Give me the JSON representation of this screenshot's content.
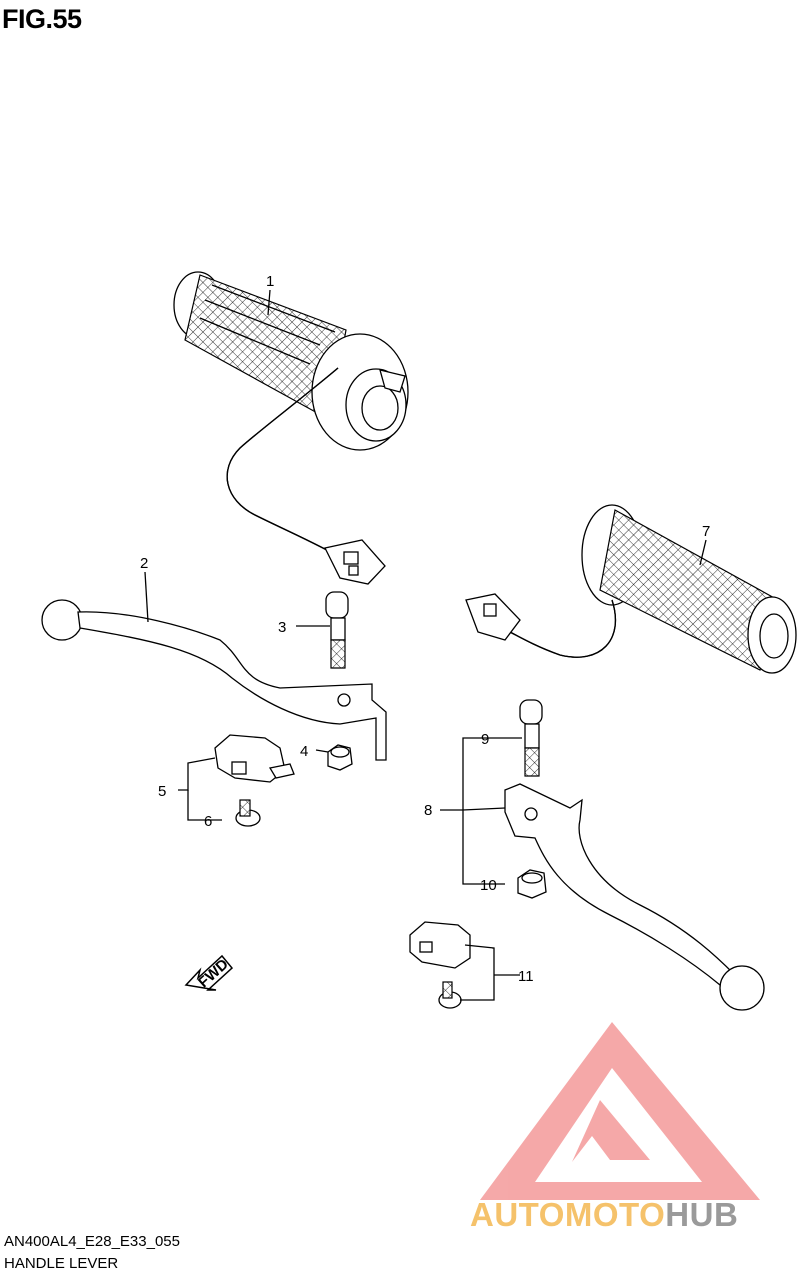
{
  "figure": {
    "title": "FIG.55",
    "code": "AN400AL4_E28_E33_055",
    "name": "HANDLE LEVER"
  },
  "callouts": [
    "1",
    "2",
    "3",
    "4",
    "5",
    "6",
    "7",
    "8",
    "9",
    "10",
    "11"
  ],
  "fwd_label": "FWD",
  "watermark": {
    "word_a": "AUTOMOTO",
    "word_b": "HUB",
    "color_a": "#f5c26b",
    "color_b": "#9a9a9a",
    "triangle_color": "#f28c8c"
  }
}
